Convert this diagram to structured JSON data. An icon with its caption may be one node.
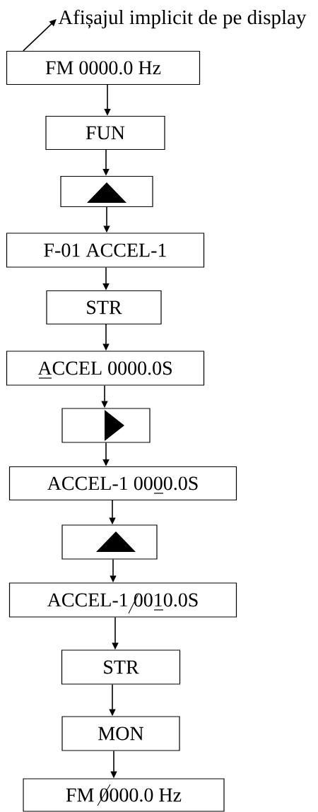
{
  "diagram": {
    "nodes": [
      {
        "text": [
          "Afișajul implicit de pe display"
        ]
      },
      {
        "text": [
          "FM 0000.0 Hz"
        ]
      },
      {
        "text": [
          "FUN"
        ]
      },
      {
        "text": [],
        "shape": "box"
      },
      {
        "text": [
          "F-01 ACCEL-1"
        ]
      },
      {
        "text": [
          "STR"
        ]
      },
      {
        "text": [
          "ACCEL 0000.0S"
        ]
      },
      {
        "text": [],
        "shape": "box"
      },
      {
        "text": [
          "ACCEL-1 0000.0S"
        ]
      },
      {
        "text": [],
        "shape": "box"
      },
      {
        "text": [
          "ACCEL-1 0010.0S"
        ]
      },
      {
        "text": [
          "STR"
        ]
      },
      {
        "text": [
          "MON"
        ]
      },
      {
        "text": [
          "FM 0000.0 Hz"
        ]
      }
    ],
    "edges": [
      {
        "from": 1,
        "to": 0,
        "arrow": "to"
      },
      {
        "from": 1,
        "to": 2,
        "arrow": "to"
      },
      {
        "from": 2,
        "to": 3,
        "arrow": "to"
      },
      {
        "from": 3,
        "to": 4,
        "arrow": "to"
      },
      {
        "from": 4,
        "to": 5,
        "arrow": "to"
      },
      {
        "from": 5,
        "to": 6,
        "arrow": "to"
      },
      {
        "from": 6,
        "to": 7,
        "arrow": "to"
      },
      {
        "from": 7,
        "to": 8,
        "arrow": "to"
      },
      {
        "from": 8,
        "to": 9,
        "arrow": "to"
      },
      {
        "from": 9,
        "to": 10,
        "arrow": "to"
      },
      {
        "from": 10,
        "to": 11,
        "arrow": "to"
      },
      {
        "from": 11,
        "to": 12,
        "arrow": "to"
      },
      {
        "from": 12,
        "to": 13,
        "arrow": "to"
      }
    ]
  }
}
